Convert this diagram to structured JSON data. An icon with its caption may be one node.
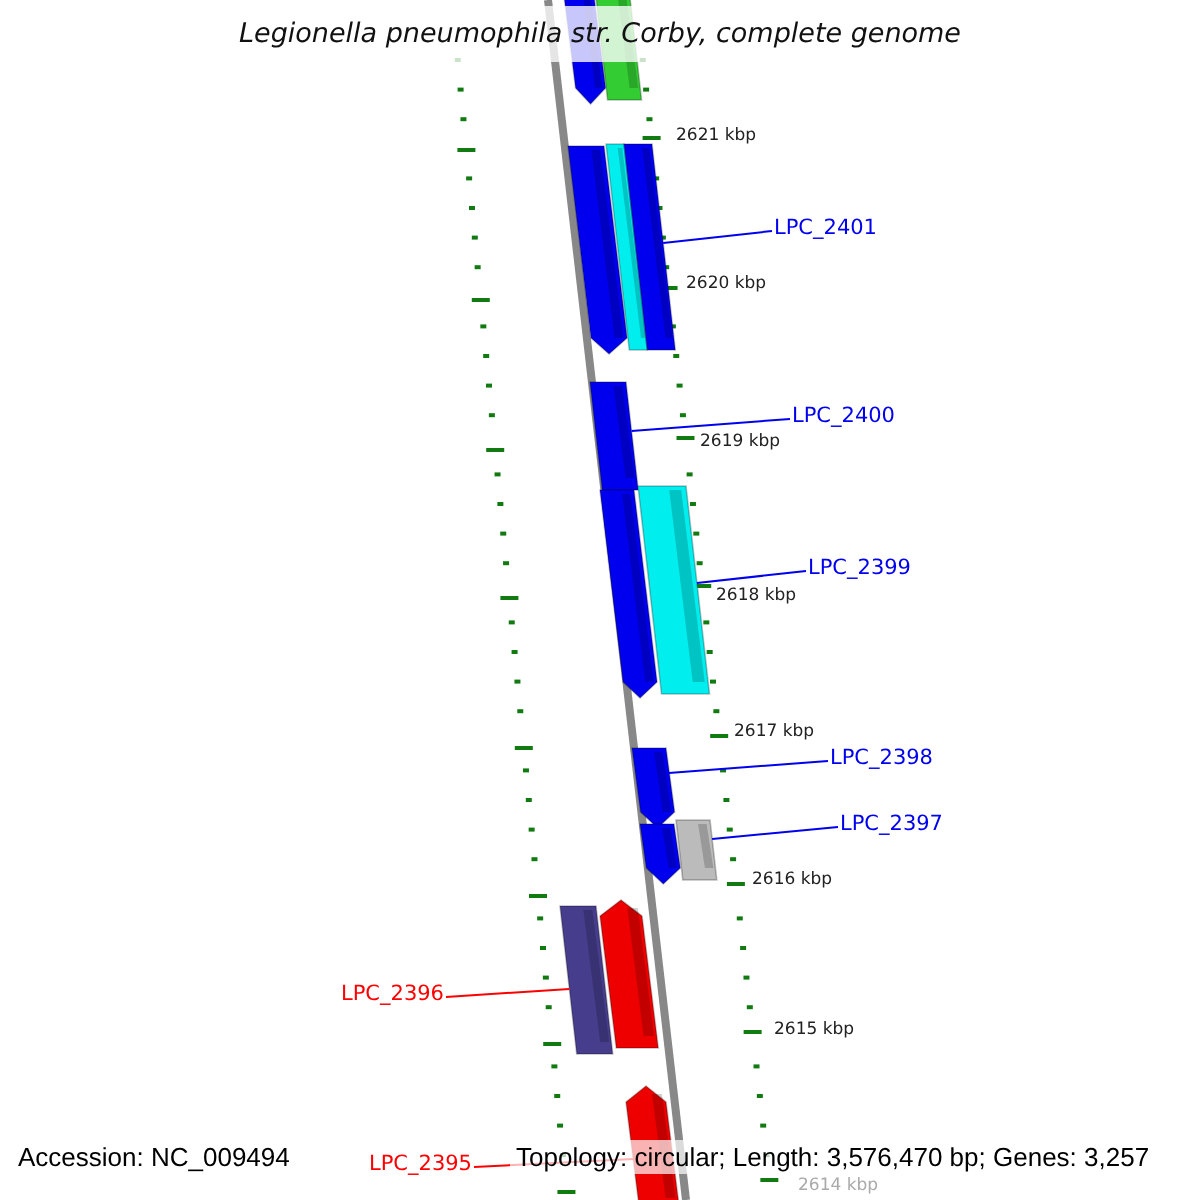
{
  "diagram": {
    "title": "Legionella pneumophila str. Corby, complete genome",
    "nodes": [
      {
        "text": [],
        "shape": "bar"
      },
      {
        "text": [],
        "shape": "bar"
      },
      {
        "text": [],
        "shape": "bar"
      },
      {
        "text": [],
        "shape": "bar"
      },
      {
        "text": [],
        "shape": "bar"
      },
      {
        "text": [
          "LPC_2401"
        ]
      },
      {
        "text": [],
        "shape": "bar"
      },
      {
        "text": [
          "LPC_2400"
        ]
      },
      {
        "text": [],
        "shape": "bar"
      },
      {
        "text": [],
        "shape": "bar"
      },
      {
        "text": [
          "LPC_2399"
        ]
      },
      {
        "text": [],
        "shape": "bar"
      },
      {
        "text": [
          "LPC_2398"
        ]
      },
      {
        "text": [],
        "shape": "bar"
      },
      {
        "text": [],
        "shape": "bar"
      },
      {
        "text": [
          "LPC_2397"
        ]
      },
      {
        "text": [],
        "shape": "bar"
      },
      {
        "text": [],
        "shape": "bar"
      },
      {
        "text": [
          "LPC_2396"
        ]
      },
      {
        "text": [],
        "shape": "bar"
      },
      {
        "text": [
          "LPC_2395"
        ]
      }
    ],
    "edges": [
      {
        "from": 5,
        "to": 4,
        "arrow": "none"
      },
      {
        "from": 7,
        "to": 6,
        "arrow": "none"
      },
      {
        "from": 10,
        "to": 9,
        "arrow": "none"
      },
      {
        "from": 12,
        "to": 11,
        "arrow": "none"
      },
      {
        "from": 15,
        "to": 14,
        "arrow": "none"
      },
      {
        "from": 18,
        "to": 16,
        "arrow": "none",
        "color": "#ff0000"
      },
      {
        "from": 20,
        "to": 19,
        "arrow": "none",
        "color": "#ff0000"
      }
    ],
    "labels": [
      "2621 kbp",
      "2620 kbp",
      "2619 kbp",
      "2618 kbp",
      "2617 kbp",
      "2616 kbp",
      "2615 kbp",
      "2614 kbp",
      "Accession: NC_009494",
      "Topology: circular; Length: 3,576,470 bp; Genes: 3,257"
    ]
  }
}
